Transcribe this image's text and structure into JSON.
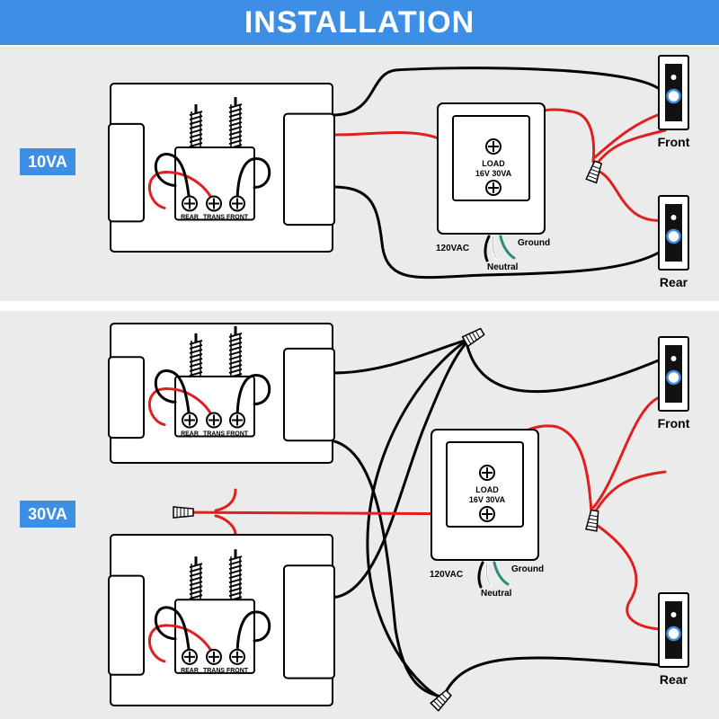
{
  "title": "INSTALLATION",
  "sections": [
    {
      "label": "10VA"
    },
    {
      "label": "30VA"
    }
  ],
  "terminals": {
    "rear": "REAR",
    "trans": "TRANS",
    "front": "FRONT"
  },
  "chime": {
    "line1": "LOAD",
    "line2": "16V 30VA"
  },
  "wires": {
    "hot": "120VAC",
    "neutral": "Neutral",
    "ground": "Ground"
  },
  "buttons": {
    "front": "Front",
    "rear": "Rear"
  },
  "colors": {
    "accent": "#3d8fe6",
    "red_wire": "#e02020",
    "ground_wire": "#2a8a7a"
  }
}
